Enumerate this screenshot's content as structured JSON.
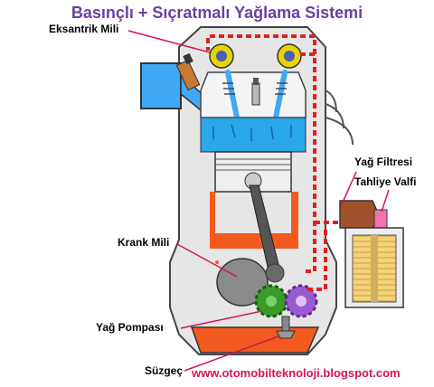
{
  "title": "Basınçlı + Sıçratmalı Yağlama Sistemi",
  "labels": {
    "camshaft": "Eksantrik Mili",
    "oil_filter": "Yağ Filtresi",
    "relief_valve": "Tahliye Valfi",
    "crankshaft": "Krank Mili",
    "oil_pump": "Yağ Pompası",
    "strainer": "Süzgeç"
  },
  "website": "www.otomobilteknoloji.blogspot.com",
  "colors": {
    "title": "#6b3fa0",
    "website": "#d4145a",
    "engine_wall": "#d9d9d9",
    "oil": "#f25a1f",
    "oil_passage_dash": "#e02020",
    "combustion": "#2aa7e8",
    "intake_port": "#3fa9f5",
    "piston": "#e8e8e8",
    "cam": "#e7d400",
    "pump_green": "#3a9a2a",
    "pump_purple": "#9a5bd0",
    "filter": "#f4d27a"
  }
}
